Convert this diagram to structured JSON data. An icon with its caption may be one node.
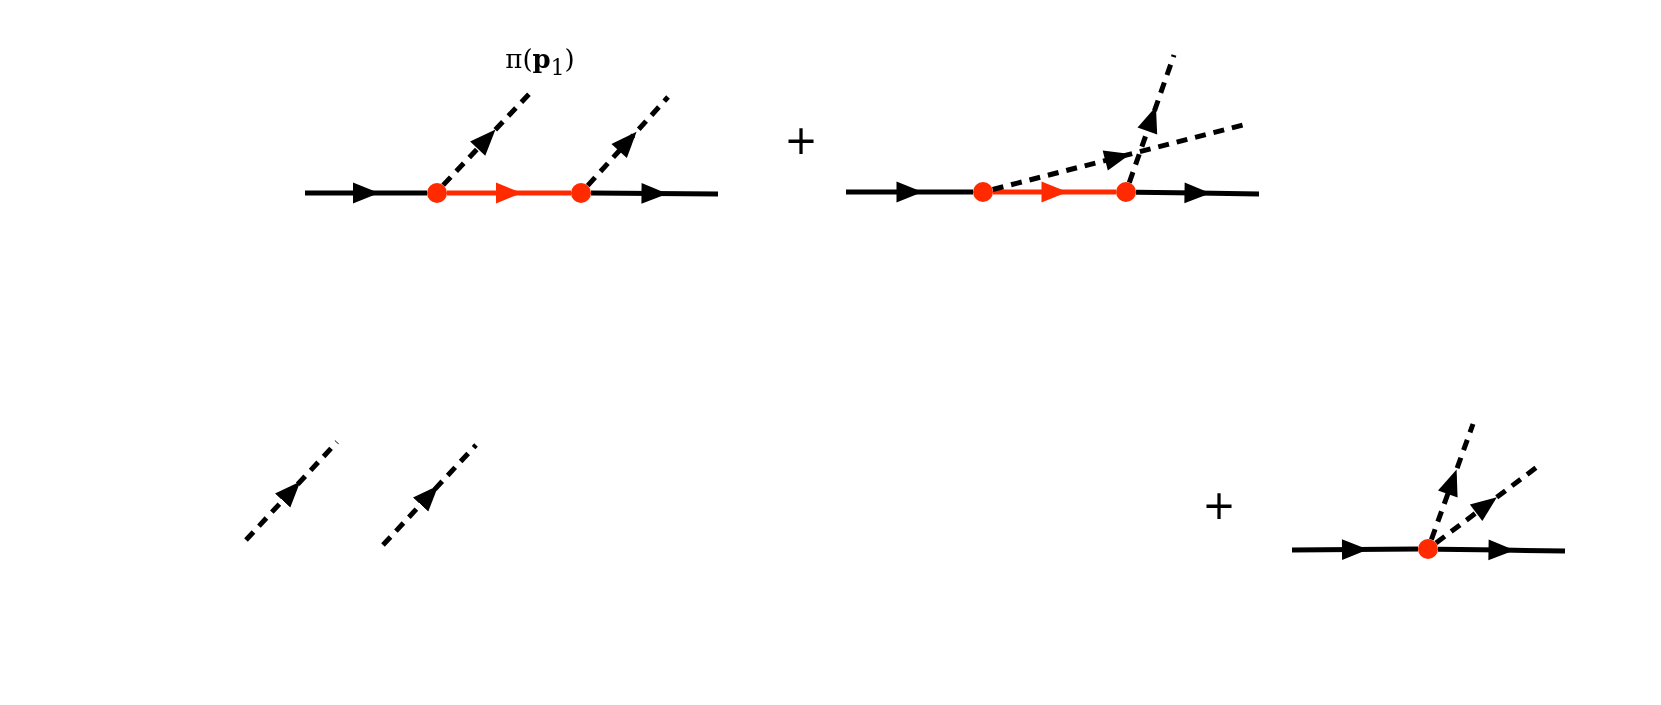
{
  "diagram": {
    "nodes": [
      {
        "text": [],
        "shape": "circle"
      },
      {
        "text": [],
        "shape": "circle"
      },
      {
        "text": [],
        "shape": "circle"
      },
      {
        "text": [],
        "shape": "circle"
      },
      {
        "text": [],
        "shape": "circle"
      },
      {
        "text": [
          "π(**p**$_{1}$)"
        ]
      }
    ],
    "edges": [
      {
        "from": null,
        "to": 0,
        "arrow": "to"
      },
      {
        "from": 0,
        "to": 1,
        "arrow": "to",
        "color": "#ff2a00"
      },
      {
        "from": 1,
        "to": null,
        "arrow": "to"
      },
      {
        "from": 0,
        "to": 5,
        "arrow": "to",
        "style": "dashed"
      },
      {
        "from": 1,
        "to": null,
        "arrow": "to",
        "style": "dashed"
      },
      {
        "from": null,
        "to": 2,
        "arrow": "to"
      },
      {
        "from": 2,
        "to": 3,
        "arrow": "to",
        "color": "#ff2a00"
      },
      {
        "from": 3,
        "to": null,
        "arrow": "to"
      },
      {
        "from": 2,
        "to": null,
        "arrow": "to",
        "style": "dashed"
      },
      {
        "from": 3,
        "to": null,
        "arrow": "to",
        "style": "dashed"
      },
      {
        "from": null,
        "to": 4,
        "arrow": "to"
      },
      {
        "from": 4,
        "to": null,
        "arrow": "to"
      },
      {
        "from": 4,
        "to": null,
        "arrow": "to",
        "style": "dashed"
      },
      {
        "from": 4,
        "to": null,
        "arrow": "to",
        "style": "dashed"
      }
    ],
    "labels": [
      "+",
      "+"
    ]
  }
}
